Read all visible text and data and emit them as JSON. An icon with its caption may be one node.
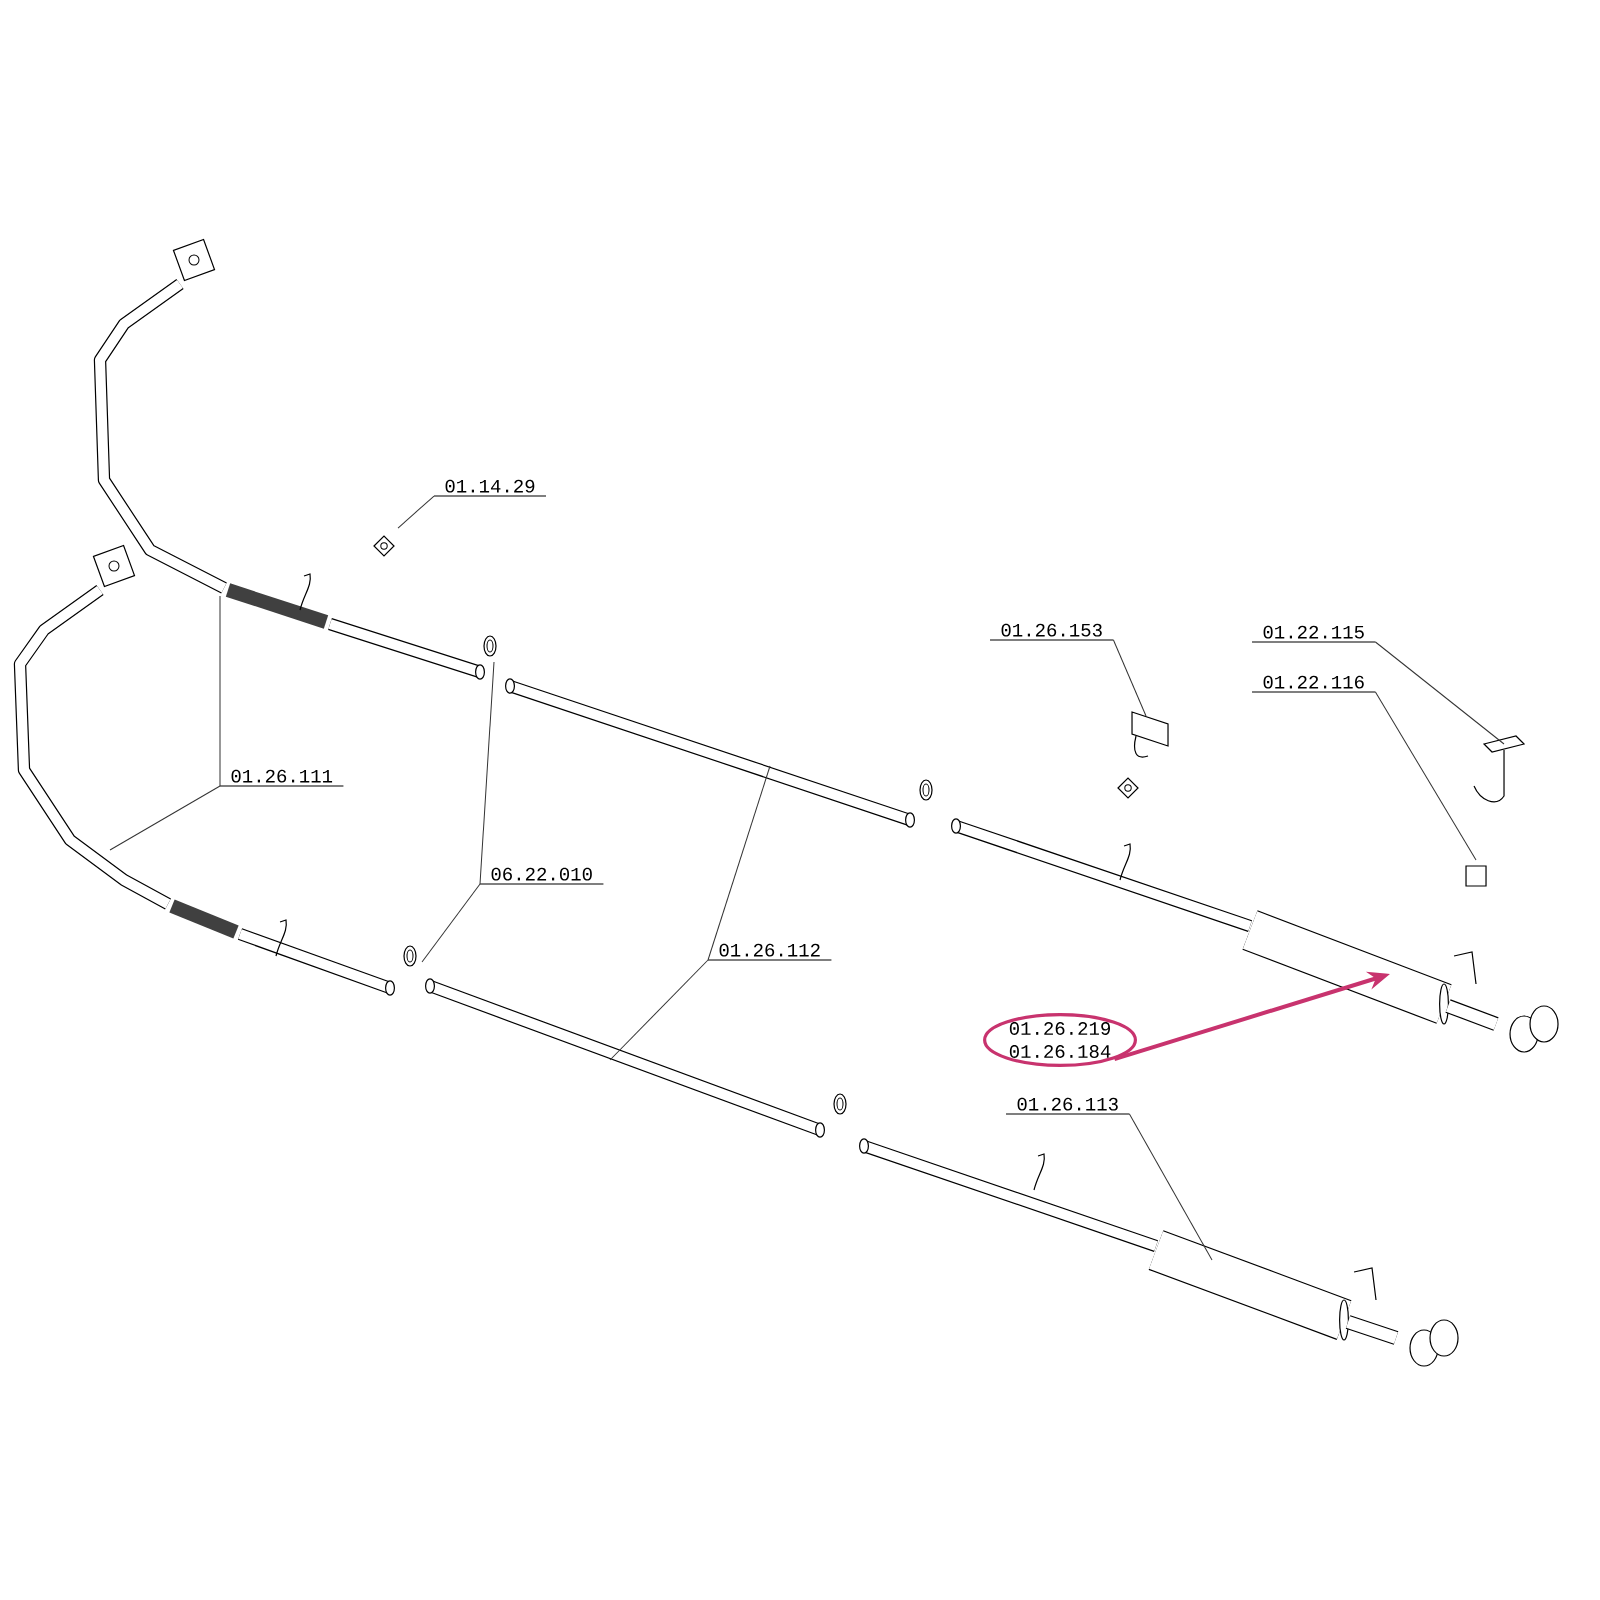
{
  "diagram": {
    "nodes": [
      {
        "text": [
          "01.14.29"
        ]
      },
      {
        "text": [
          "01.26.153"
        ]
      },
      {
        "text": [
          "01.22.115"
        ]
      },
      {
        "text": [
          "01.22.116"
        ]
      },
      {
        "text": [
          "01.26.111"
        ]
      },
      {
        "text": [
          "06.22.010"
        ]
      },
      {
        "text": [
          "01.26.112"
        ]
      },
      {
        "text": [
          "01.26.219",
          "01.26.184"
        ]
      },
      {
        "text": [
          "01.26.113"
        ]
      }
    ],
    "edges": [
      {
        "from": 0,
        "to": null,
        "arrow": "none"
      },
      {
        "from": 1,
        "to": null,
        "arrow": "none"
      },
      {
        "from": 2,
        "to": null,
        "arrow": "none"
      },
      {
        "from": 3,
        "to": null,
        "arrow": "none"
      },
      {
        "from": 4,
        "to": null,
        "arrow": "none"
      },
      {
        "from": 4,
        "to": null,
        "arrow": "none"
      },
      {
        "from": 5,
        "to": null,
        "arrow": "none"
      },
      {
        "from": 5,
        "to": null,
        "arrow": "none"
      },
      {
        "from": 6,
        "to": null,
        "arrow": "none"
      },
      {
        "from": 6,
        "to": null,
        "arrow": "none"
      },
      {
        "from": 7,
        "to": null,
        "arrow": "to",
        "style": "thick",
        "color": "#c8336e"
      },
      {
        "from": 8,
        "to": null,
        "arrow": "none"
      }
    ]
  }
}
